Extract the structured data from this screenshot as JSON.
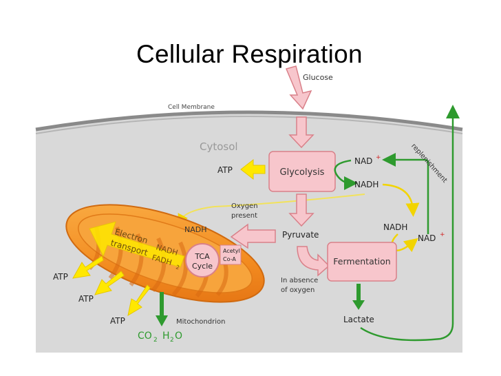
{
  "title": "Cellular Respiration",
  "labels": {
    "glucose": "Glucose",
    "cell_membrane": "Cell Membrane",
    "cytosol": "Cytosol",
    "glycolysis": "Glycolysis",
    "atp_glycolysis": "ATP",
    "nad_top": "NAD",
    "nad_top_sup": "+",
    "nadh_top": "NADH",
    "replenishment": "replenishment",
    "oxygen_present_1": "Oxygen",
    "oxygen_present_2": "present",
    "nadh_mito": "NADH",
    "pyruvate": "Pyruvate",
    "nadh_right": "NADH",
    "nad_right": "NAD",
    "nad_right_sup": "+",
    "fermentation": "Fermentation",
    "absence_1": "In absence",
    "absence_2": "of oxygen",
    "lactate": "Lactate",
    "electron_1": "Electron",
    "electron_2": "transport",
    "nadh_inner": "NADH",
    "fadh": "FADH",
    "fadh_sub": "2",
    "tca_1": "TCA",
    "tca_2": "Cycle",
    "acetyl_1": "Acetyl",
    "acetyl_2": "Co-A",
    "atp_1": "ATP",
    "atp_2": "ATP",
    "atp_3": "ATP",
    "mitochondrion": "Mitochondrion",
    "co2": "CO",
    "co2_sub": "2",
    "h2o_h": "H",
    "h2o_sub": "2",
    "h2o_o": "O"
  },
  "colors": {
    "pink_box": "#f7c6cc",
    "pink_stroke": "#d98089",
    "cytosol_bg": "#d9d9d9",
    "green": "#2e9a2e",
    "yellow": "#ffe800",
    "mito_orange": "#f59a2d"
  }
}
